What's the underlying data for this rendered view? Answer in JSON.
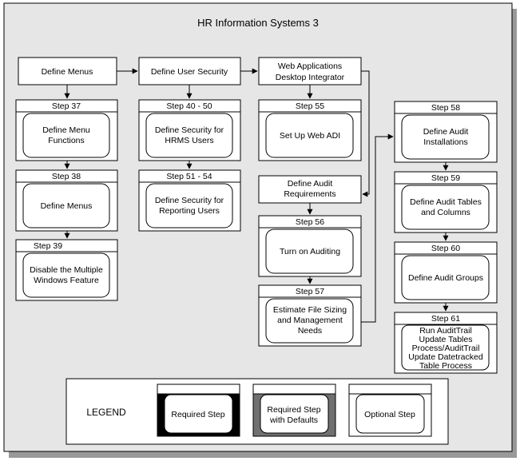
{
  "title": "HR Information Systems 3",
  "top_boxes": {
    "define_menus": "Define Menus",
    "define_user_security": "Define User Security",
    "web_adi_line1": "Web Applications",
    "web_adi_line2": "Desktop Integrator",
    "define_audit_req_line1": "Define Audit",
    "define_audit_req_line2": "Requirements"
  },
  "steps": {
    "s37": {
      "label": "Step 37",
      "line1": "Define Menu",
      "line2": "Functions"
    },
    "s38": {
      "label": "Step 38",
      "line1": "Define Menus"
    },
    "s39": {
      "label": "Step 39",
      "line1": "Disable the Multiple",
      "line2": "Windows Feature"
    },
    "s40": {
      "label": "Step 40 - 50",
      "line1": "Define Security for",
      "line2": "HRMS Users"
    },
    "s51": {
      "label": "Step 51 - 54",
      "line1": "Define Security for",
      "line2": "Reporting Users"
    },
    "s55": {
      "label": "Step 55",
      "line1": "Set Up Web ADI"
    },
    "s56": {
      "label": "Step 56",
      "line1": "Turn on Auditing"
    },
    "s57": {
      "label": "Step 57",
      "line1": "Estimate File Sizing",
      "line2": "and Management",
      "line3": "Needs"
    },
    "s58": {
      "label": "Step 58",
      "line1": "Define Audit",
      "line2": "Installations"
    },
    "s59": {
      "label": "Step 59",
      "line1": "Define Audit Tables",
      "line2": "and Columns"
    },
    "s60": {
      "label": "Step 60",
      "line1": "Define Audit Groups"
    },
    "s61": {
      "label": "Step 61",
      "line1": "Run AuditTrail",
      "line2": "Update Tables",
      "line3": "Process/AuditTrail",
      "line4": "Update Datetracked",
      "line5": "Table Process"
    }
  },
  "legend": {
    "title": "LEGEND",
    "required": "Required Step",
    "defaults_line1": "Required Step",
    "defaults_line2": "with Defaults",
    "optional": "Optional Step"
  },
  "colors": {
    "panel_bg": "#e6e6e6",
    "shadow": "#999999",
    "box_bg": "#ffffff",
    "required_border": "#000000",
    "defaults_border": "#707070"
  }
}
